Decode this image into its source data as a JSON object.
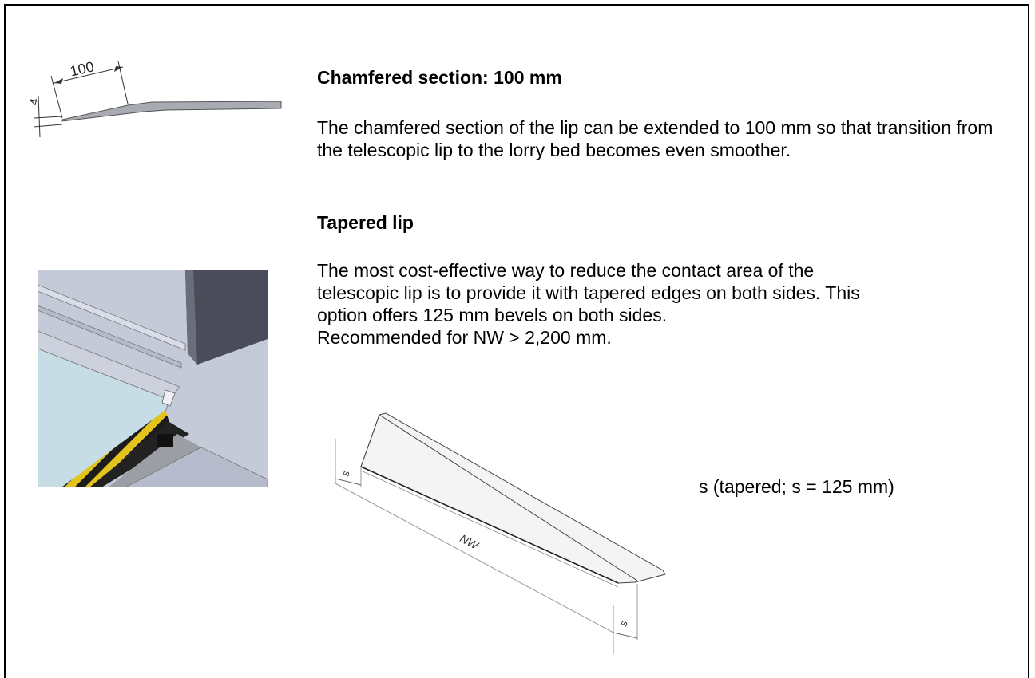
{
  "sections": {
    "chamfered": {
      "heading": "Chamfered section: 100 mm",
      "text": "The chamfered section of the lip can be extended to 100 mm so that transition from the telescopic lip to the lorry bed becomes even smoother.",
      "figure": {
        "dim_length": "100",
        "dim_height": "4"
      }
    },
    "tapered": {
      "heading": "Tapered lip",
      "text_lines": [
        "The most cost-effective way to reduce the contact area of the",
        "telescopic lip is to provide it with tapered edges on both sides. This",
        "option offers 125 mm bevels on both sides.",
        "Recommended for NW > 2,200 mm."
      ],
      "figure": {
        "label_s": "s",
        "label_nw": "NW"
      },
      "caption": "s (tapered; s = 125 mm)"
    }
  },
  "colors": {
    "lip_gray": "#a9abb3",
    "panel_blue": "#c5cad9",
    "panel_dark": "#4a4d59",
    "floor_blue": "#c6dde6",
    "hazard_yellow": "#e3c41c"
  }
}
